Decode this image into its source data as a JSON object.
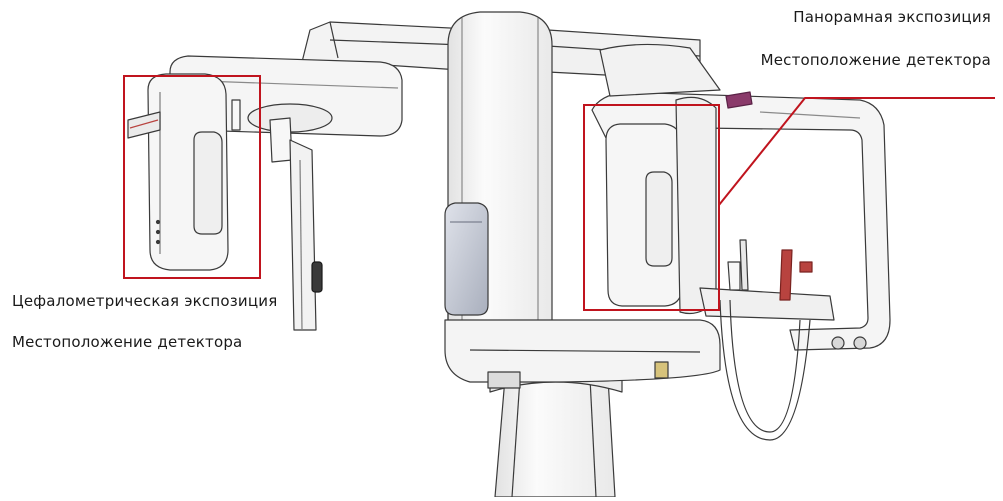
{
  "labels": {
    "pano_title": "Панорамная экспозиция",
    "pano_detector": "Местоположение детектора",
    "ceph_title": "Цефалометрическая экспозиция",
    "ceph_detector": "Местоположение детектора"
  },
  "colors": {
    "highlight": "#c0141e",
    "outline": "#3a3a3a",
    "fill": "#f7f7f7",
    "shade": "#e6e6e6",
    "window": "#cfd3dc",
    "accent": "#8a3a6a"
  }
}
